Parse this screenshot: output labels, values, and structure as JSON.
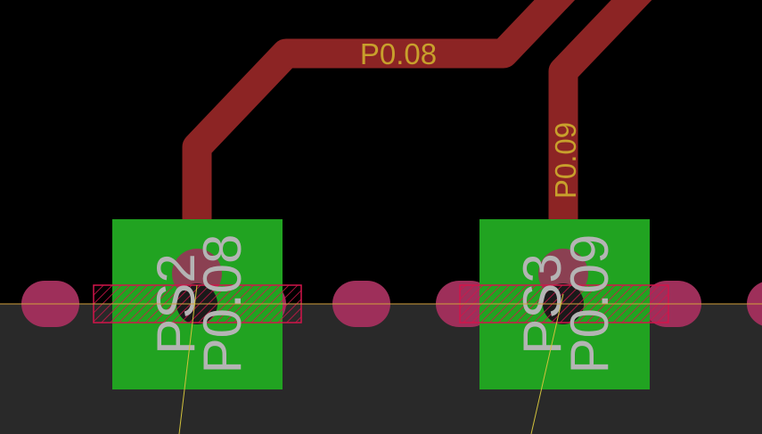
{
  "colors": {
    "canvas": "#000000",
    "lower_area": "#292929",
    "trace": "#8c2424",
    "trace_label": "#c8a02c",
    "pad_copper": "#9e2f5a",
    "pad_mask": "#21a321",
    "pad_outline": "#d2144a",
    "ref_text": "#b4b4b4",
    "airwire": "#d2c23c",
    "drill": "#1a1a1a"
  },
  "traces": [
    {
      "net": "P0.08",
      "label": "P0.08"
    },
    {
      "net": "P0.09",
      "label": "P0.09"
    }
  ],
  "pads": [
    {
      "ref": "PS2",
      "net": "P0.08"
    },
    {
      "ref": "PS3",
      "net": "P0.09"
    }
  ]
}
